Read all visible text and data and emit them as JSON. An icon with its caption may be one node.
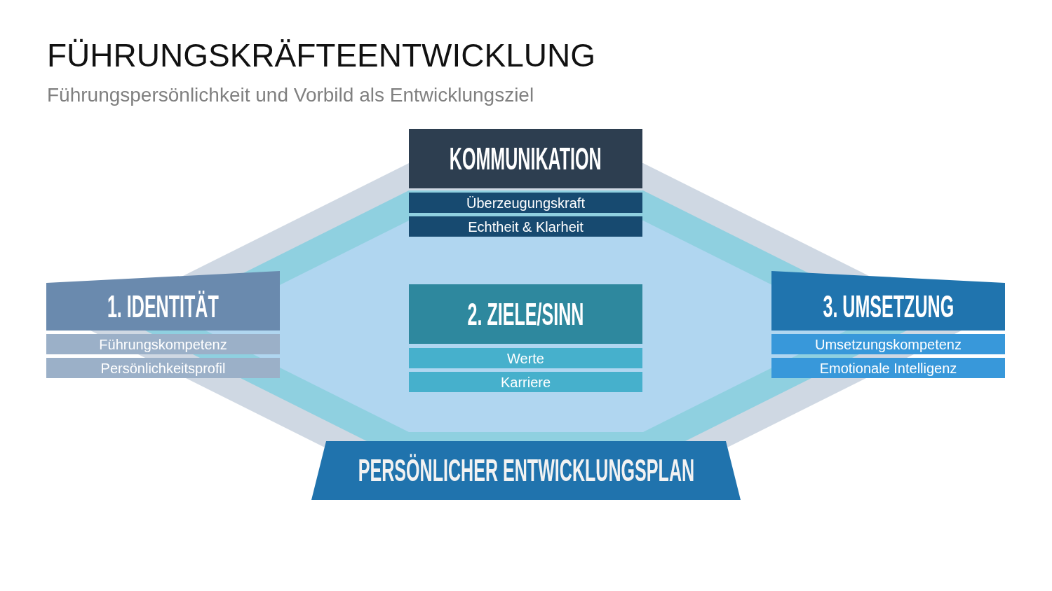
{
  "diagram": {
    "title": "FÜHRUNGSKRÄFTEENTWICKLUNG",
    "caption": "Führungspersönlichkeit und Vorbild als Entwicklungsziel",
    "nodes": [
      {
        "text": [
          "KOMMUNIKATION"
        ]
      },
      {
        "text": [
          "Überzeugungskraft"
        ]
      },
      {
        "text": [
          "Echtheit & Klarheit"
        ]
      },
      {
        "text": [
          "1. IDENTITÄT"
        ]
      },
      {
        "text": [
          "Führungskompetenz"
        ]
      },
      {
        "text": [
          "Persönlichkeitsprofil"
        ]
      },
      {
        "text": [
          "2. ZIELE/SINN"
        ]
      },
      {
        "text": [
          "Werte"
        ]
      },
      {
        "text": [
          "Karriere"
        ]
      },
      {
        "text": [
          "3. UMSETZUNG"
        ]
      },
      {
        "text": [
          "Umsetzungskompetenz"
        ]
      },
      {
        "text": [
          "Emotionale Intelligenz"
        ]
      },
      {
        "text": [
          "PERSÖNLICHER ENTWICKLUNGSPLAN"
        ]
      }
    ]
  }
}
